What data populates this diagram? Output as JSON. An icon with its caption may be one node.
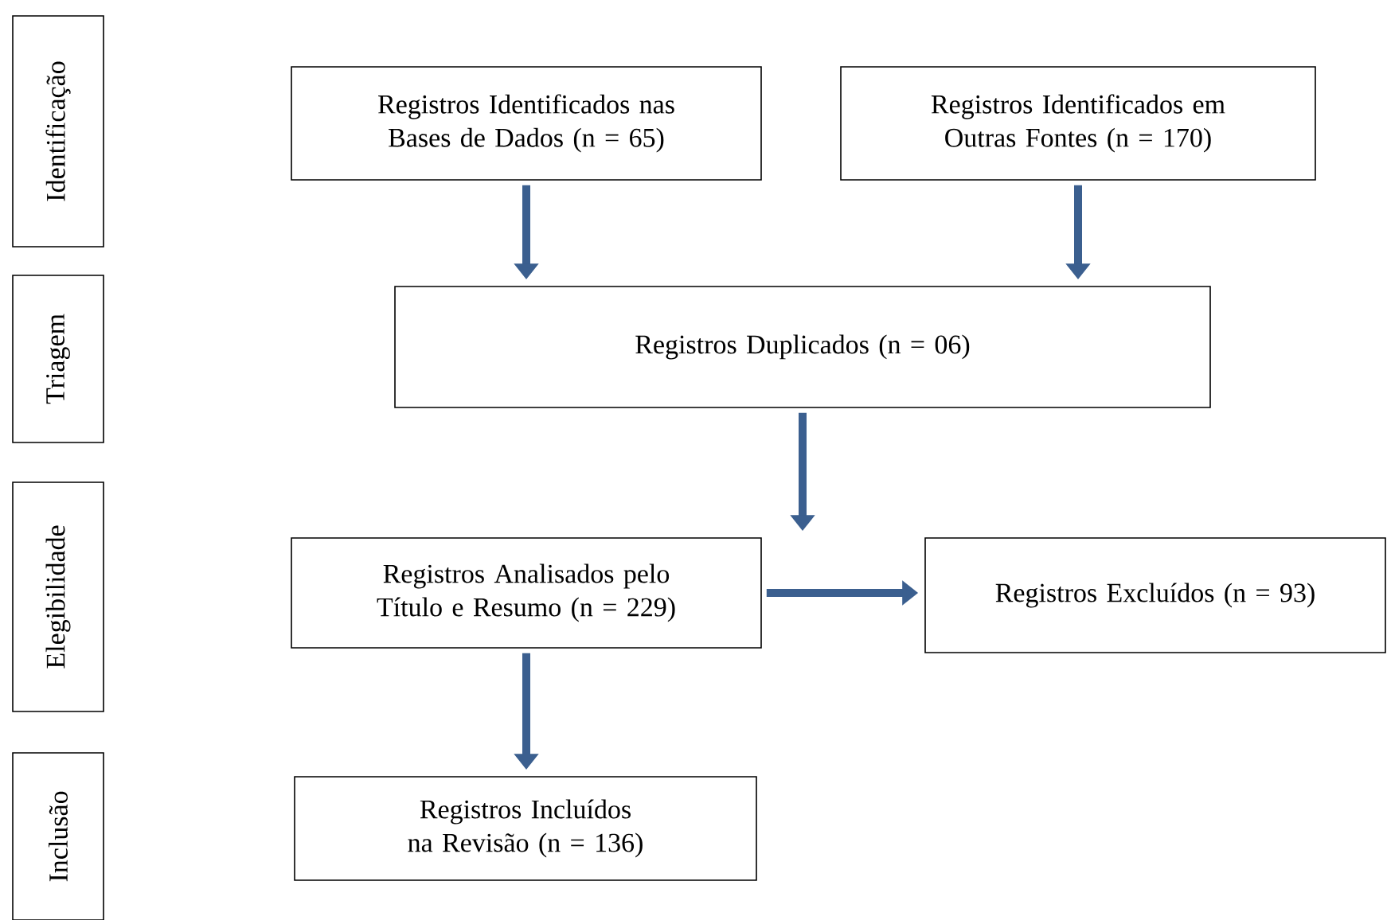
{
  "diagram": {
    "nodes": [
      {
        "text": [
          "Identificação"
        ]
      },
      {
        "text": [
          "Triagem"
        ]
      },
      {
        "text": [
          "Elegibilidade"
        ]
      },
      {
        "text": [
          "Inclusão"
        ]
      },
      {
        "text": [
          "Registros Identificados nas Bases de Dados (n = 65)"
        ]
      },
      {
        "text": [
          "Registros Identificados em Outras Fontes (n = 170)"
        ]
      },
      {
        "text": [
          "Registros Duplicados (n = 06)"
        ]
      },
      {
        "text": [
          "Registros Analisados pelo Título e Resumo (n = 229)"
        ]
      },
      {
        "text": [
          "Registros Excluídos (n = 93)"
        ]
      },
      {
        "text": [
          "Registros Incluídos na Revisão (n = 136)"
        ]
      }
    ],
    "edges": [
      {
        "from": 4,
        "to": 6,
        "arrow": "to"
      },
      {
        "from": 5,
        "to": 6,
        "arrow": "to"
      },
      {
        "from": 6,
        "to": 7,
        "arrow": "to"
      },
      {
        "from": 7,
        "to": 8,
        "arrow": "to"
      },
      {
        "from": 7,
        "to": 9,
        "arrow": "to"
      }
    ]
  }
}
